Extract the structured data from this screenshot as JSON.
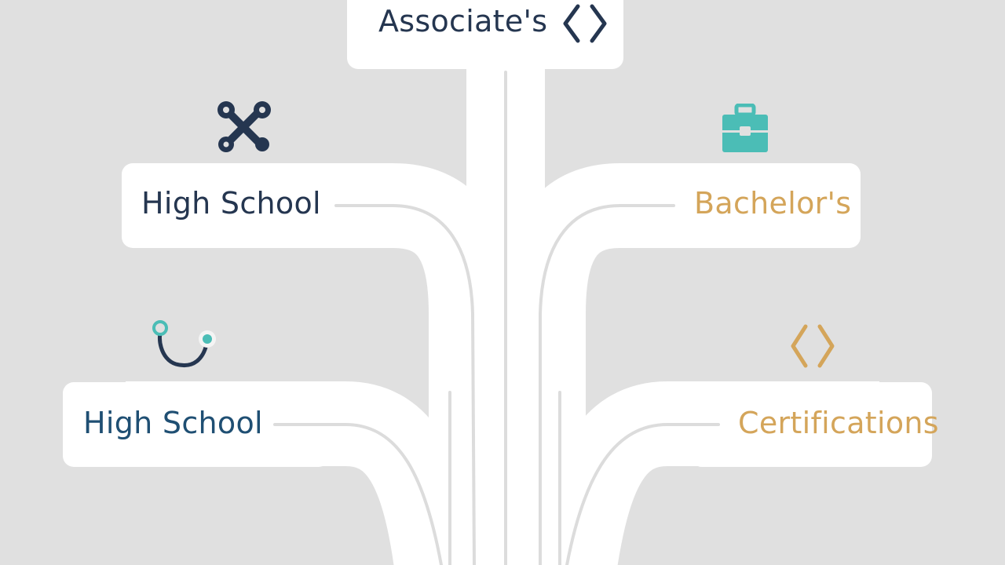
{
  "nodes": {
    "top": {
      "label": "Associate's",
      "color": "#253650",
      "icon": "code-brackets-icon",
      "icon_color": "#253650"
    },
    "left_upper": {
      "label": "High School",
      "color": "#253650",
      "icon": "wrench-screwdriver-icon",
      "icon_color": "#253650"
    },
    "right_upper": {
      "label": "Bachelor's",
      "color": "#d4a55a",
      "icon": "briefcase-icon",
      "icon_color": "#4bbdb6"
    },
    "left_lower": {
      "label": "High School",
      "color": "#1f4f73",
      "icon": "stethoscope-icon",
      "icon_color": "#253650"
    },
    "right_lower": {
      "label": "Certifications",
      "color": "#d4a55a",
      "icon": "code-brackets-icon",
      "icon_color": "#d4a55a"
    }
  }
}
